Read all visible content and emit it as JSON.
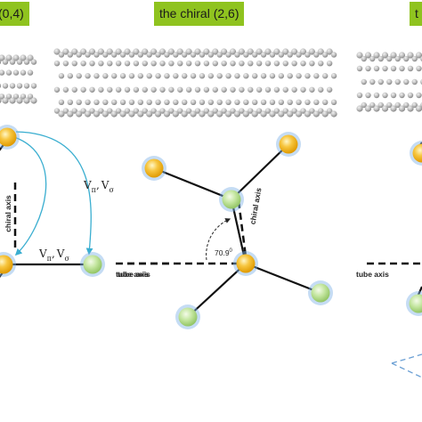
{
  "panels": [
    {
      "label": "(0,4)"
    },
    {
      "label": "the chiral (2,6)"
    },
    {
      "label": "t"
    }
  ],
  "axes": {
    "chiral_axis": "chiral axis",
    "tube_axis": "tube axis"
  },
  "angle": {
    "value": "70.9",
    "unit": "0"
  },
  "hopping": {
    "v": "V",
    "pi": "π",
    "sigma": "σ",
    "sep": ","
  },
  "colors": {
    "panel_label_bg": "#8fc31f",
    "atom_yellow": "#f5b800",
    "atom_green": "#b8e08a",
    "atom_glow": "#7fb2e6",
    "arrow_blue": "#3aaed0",
    "bond": "#111111",
    "tube_atom": "#b8b8b8"
  }
}
